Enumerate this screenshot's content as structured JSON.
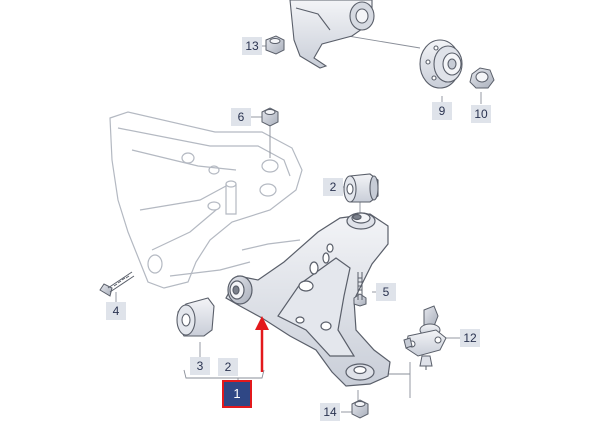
{
  "callouts": {
    "c13": "13",
    "c9": "9",
    "c10": "10",
    "c6": "6",
    "c2_top": "2",
    "c4": "4",
    "c5": "5",
    "c12": "12",
    "c3": "3",
    "c2_bottom": "2",
    "c1": "1",
    "c14": "14"
  },
  "colors": {
    "line": "#5a5f6a",
    "frame": "#b4b9c2",
    "part_fill": "#e9ebf0",
    "part_shade": "#c7ccd6",
    "callout_bg": "#dfe3ea",
    "callout_highlight": "#2f4785",
    "arrow": "#e3191c"
  }
}
